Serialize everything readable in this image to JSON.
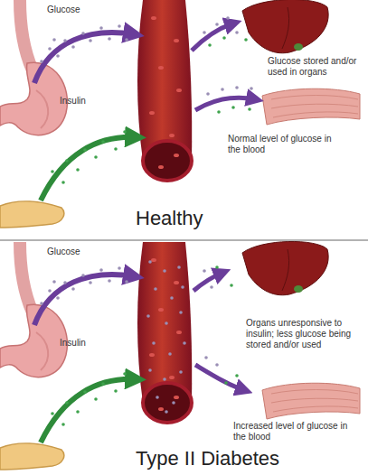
{
  "diagram": {
    "nodes": [
      {
        "text": [
          "Healthy"
        ]
      },
      {
        "text": [
          "Type II Diabetes"
        ]
      }
    ],
    "labels": [
      "Glucose",
      "Glucose stored and/or used in organs",
      "Insulin",
      "Normal level of glucose in the blood",
      "Glucose",
      "Organs unresponsive to insulin; less glucose being stored and/or used",
      "Insulin",
      "Increased level of glucose in the blood"
    ]
  }
}
